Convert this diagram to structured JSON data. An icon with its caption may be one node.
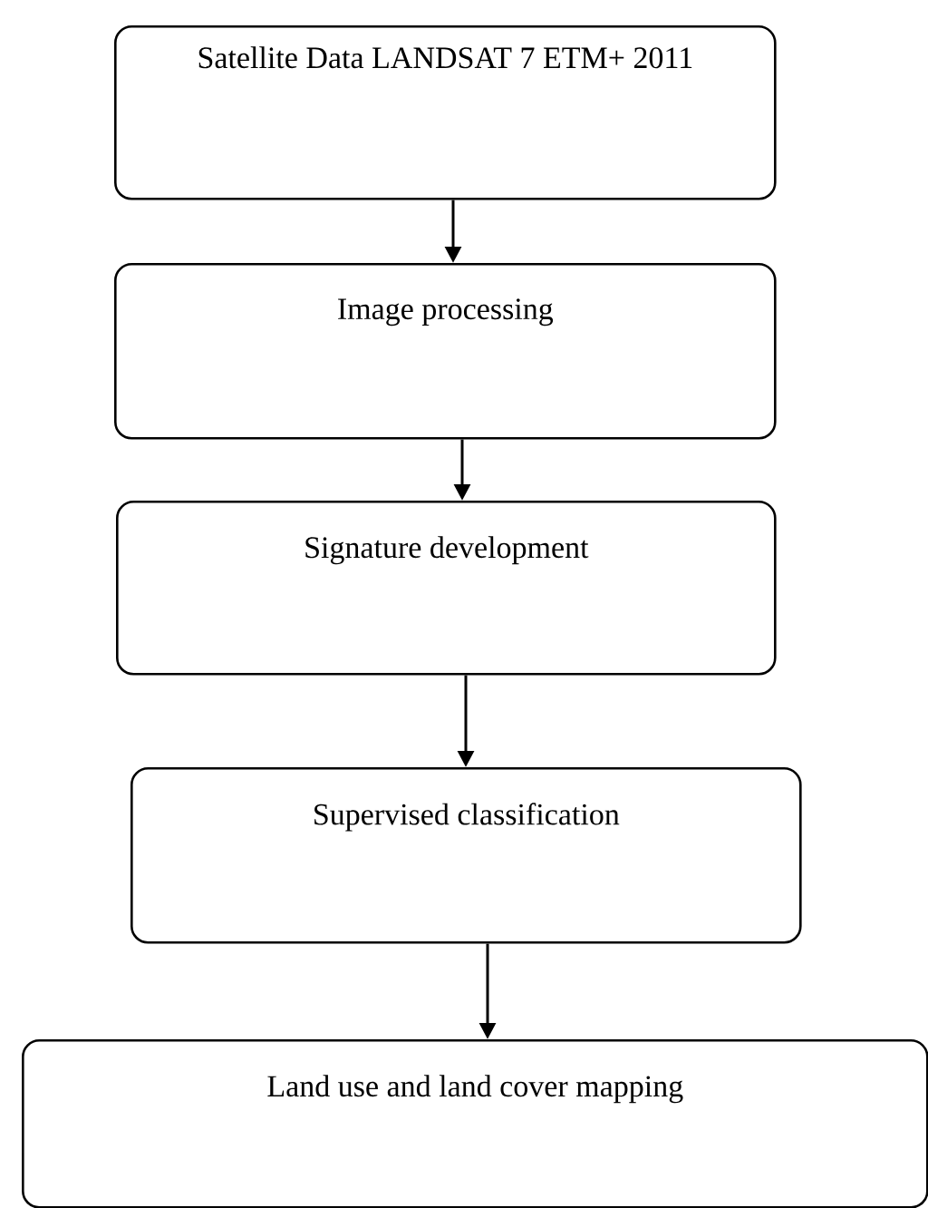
{
  "diagram": {
    "nodes": [
      {
        "text": [
          "Satellite Data LANDSAT 7 ETM+ 2011"
        ]
      },
      {
        "text": [
          "Image processing"
        ]
      },
      {
        "text": [
          "Signature development"
        ]
      },
      {
        "text": [
          "Supervised classification"
        ]
      },
      {
        "text": [
          "Land use and land cover mapping"
        ]
      }
    ],
    "edges": [
      {
        "from": 0,
        "to": 1,
        "arrow": "to"
      },
      {
        "from": 1,
        "to": 2,
        "arrow": "to"
      },
      {
        "from": 2,
        "to": 3,
        "arrow": "to"
      },
      {
        "from": 3,
        "to": 4,
        "arrow": "to"
      }
    ]
  }
}
